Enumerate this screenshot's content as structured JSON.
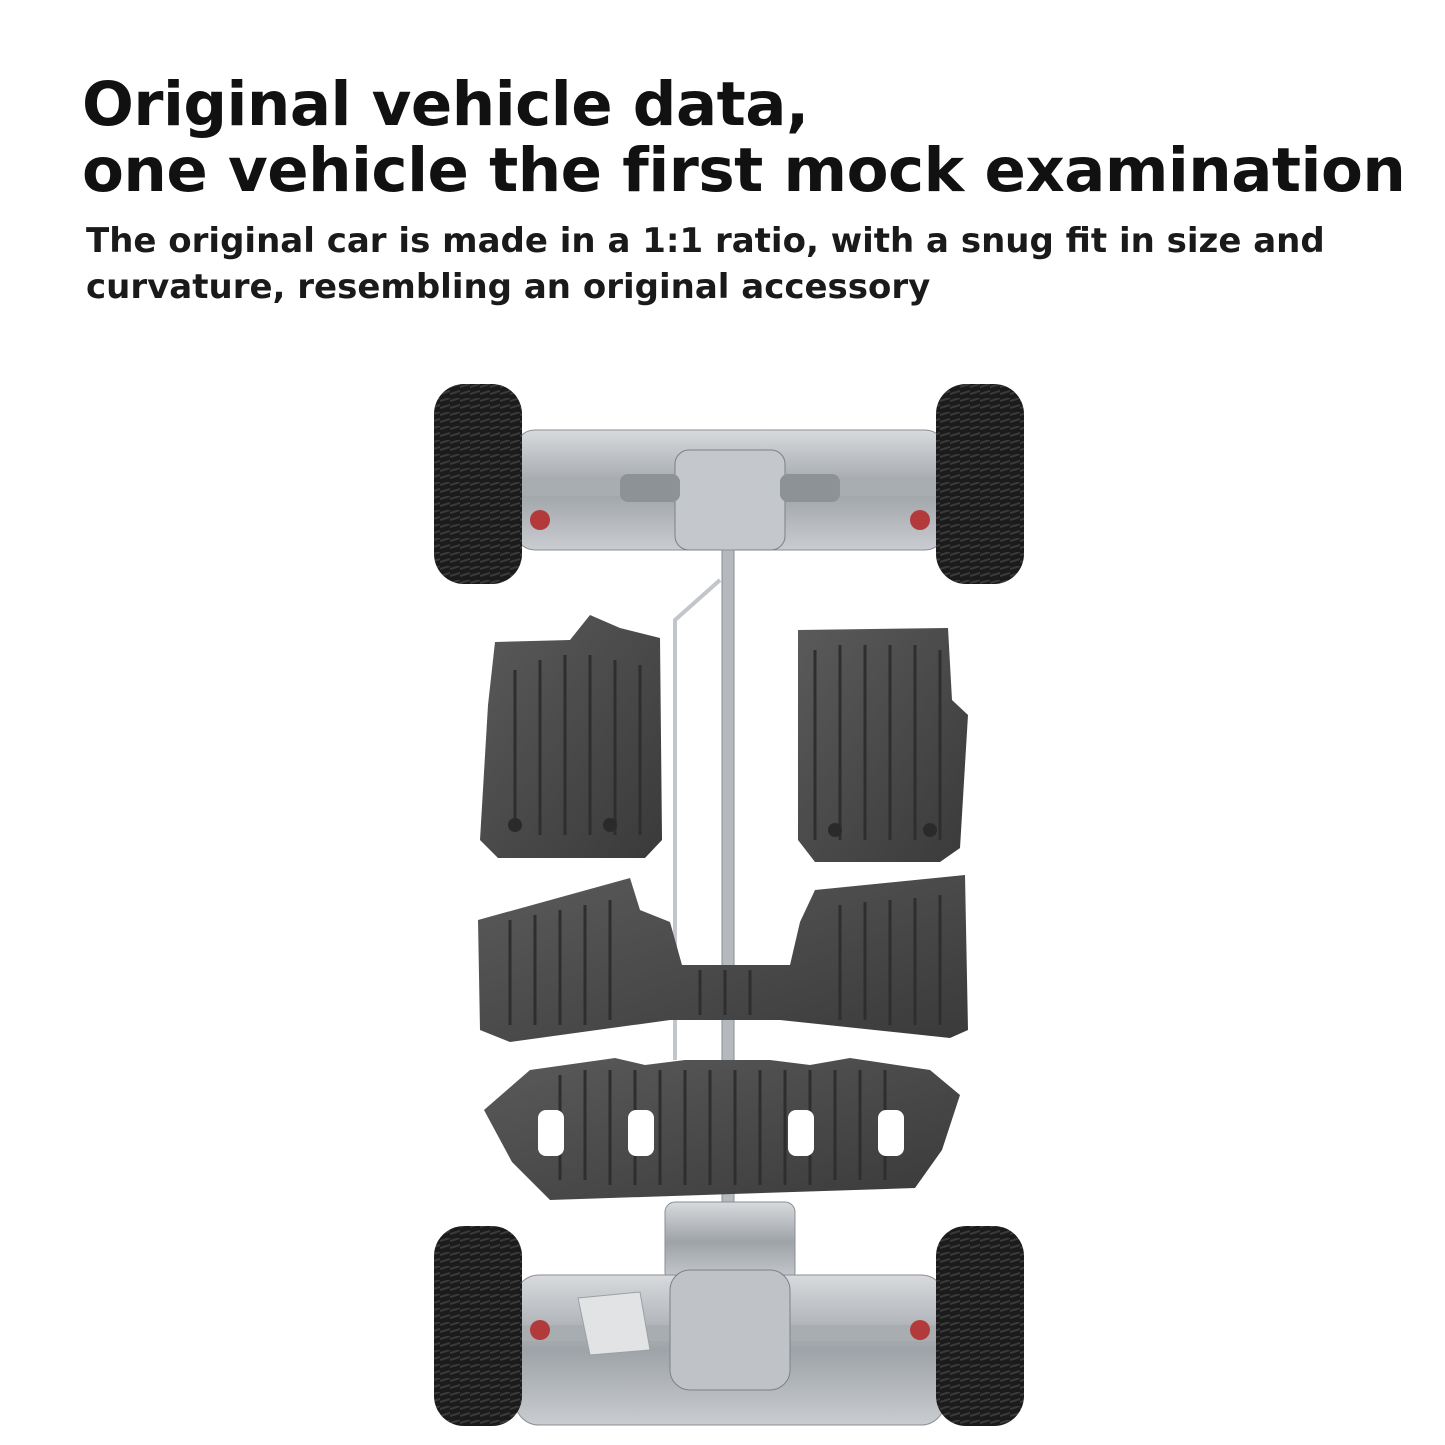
{
  "title": {
    "line1": "Original vehicle data,",
    "line2": "one vehicle the first mock examination"
  },
  "subtitle": {
    "line1": "The original car is made in a 1:1 ratio, with a snug fit in size and",
    "line2": "curvature, resembling an original accessory"
  },
  "colors": {
    "text": "#111111",
    "mat": "#4a4a4a",
    "tire": "#1c1c1c",
    "chassis": "#b8bcc0"
  }
}
